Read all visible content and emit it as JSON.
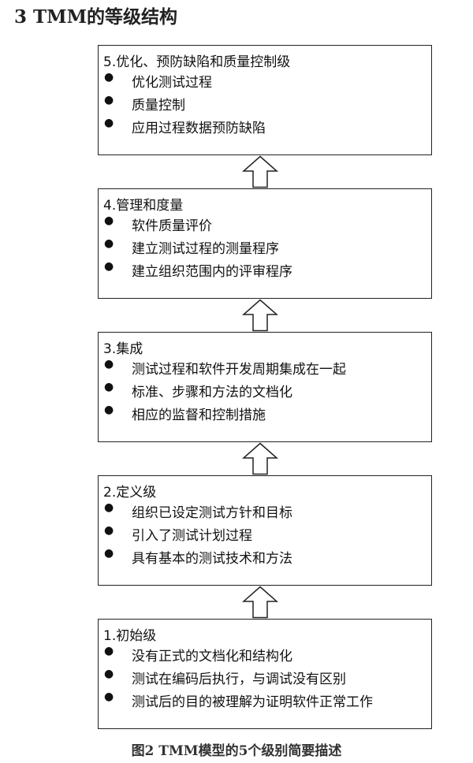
{
  "heading": "3 TMM的等级结构",
  "levels": [
    {
      "title": "5.优化、预防缺陷和质量控制级",
      "items": [
        "优化测试过程",
        "质量控制",
        "应用过程数据预防缺陷"
      ]
    },
    {
      "title": "4.管理和度量",
      "items": [
        "软件质量评价",
        "建立测试过程的测量程序",
        "建立组织范围内的评审程序"
      ]
    },
    {
      "title": "3.集成",
      "items": [
        "测试过程和软件开发周期集成在一起",
        "标准、步骤和方法的文档化",
        "相应的监督和控制措施"
      ]
    },
    {
      "title": "2.定义级",
      "items": [
        "组织已设定测试方针和目标",
        "引入了测试计划过程",
        "具有基本的测试技术和方法"
      ]
    },
    {
      "title": "1.初始级",
      "items": [
        "没有正式的文档化和结构化",
        "测试在编码后执行，与调试没有区别",
        "测试后的目的被理解为证明软件正常工作"
      ]
    }
  ],
  "caption": "图2   TMM模型的5个级别简要描述"
}
